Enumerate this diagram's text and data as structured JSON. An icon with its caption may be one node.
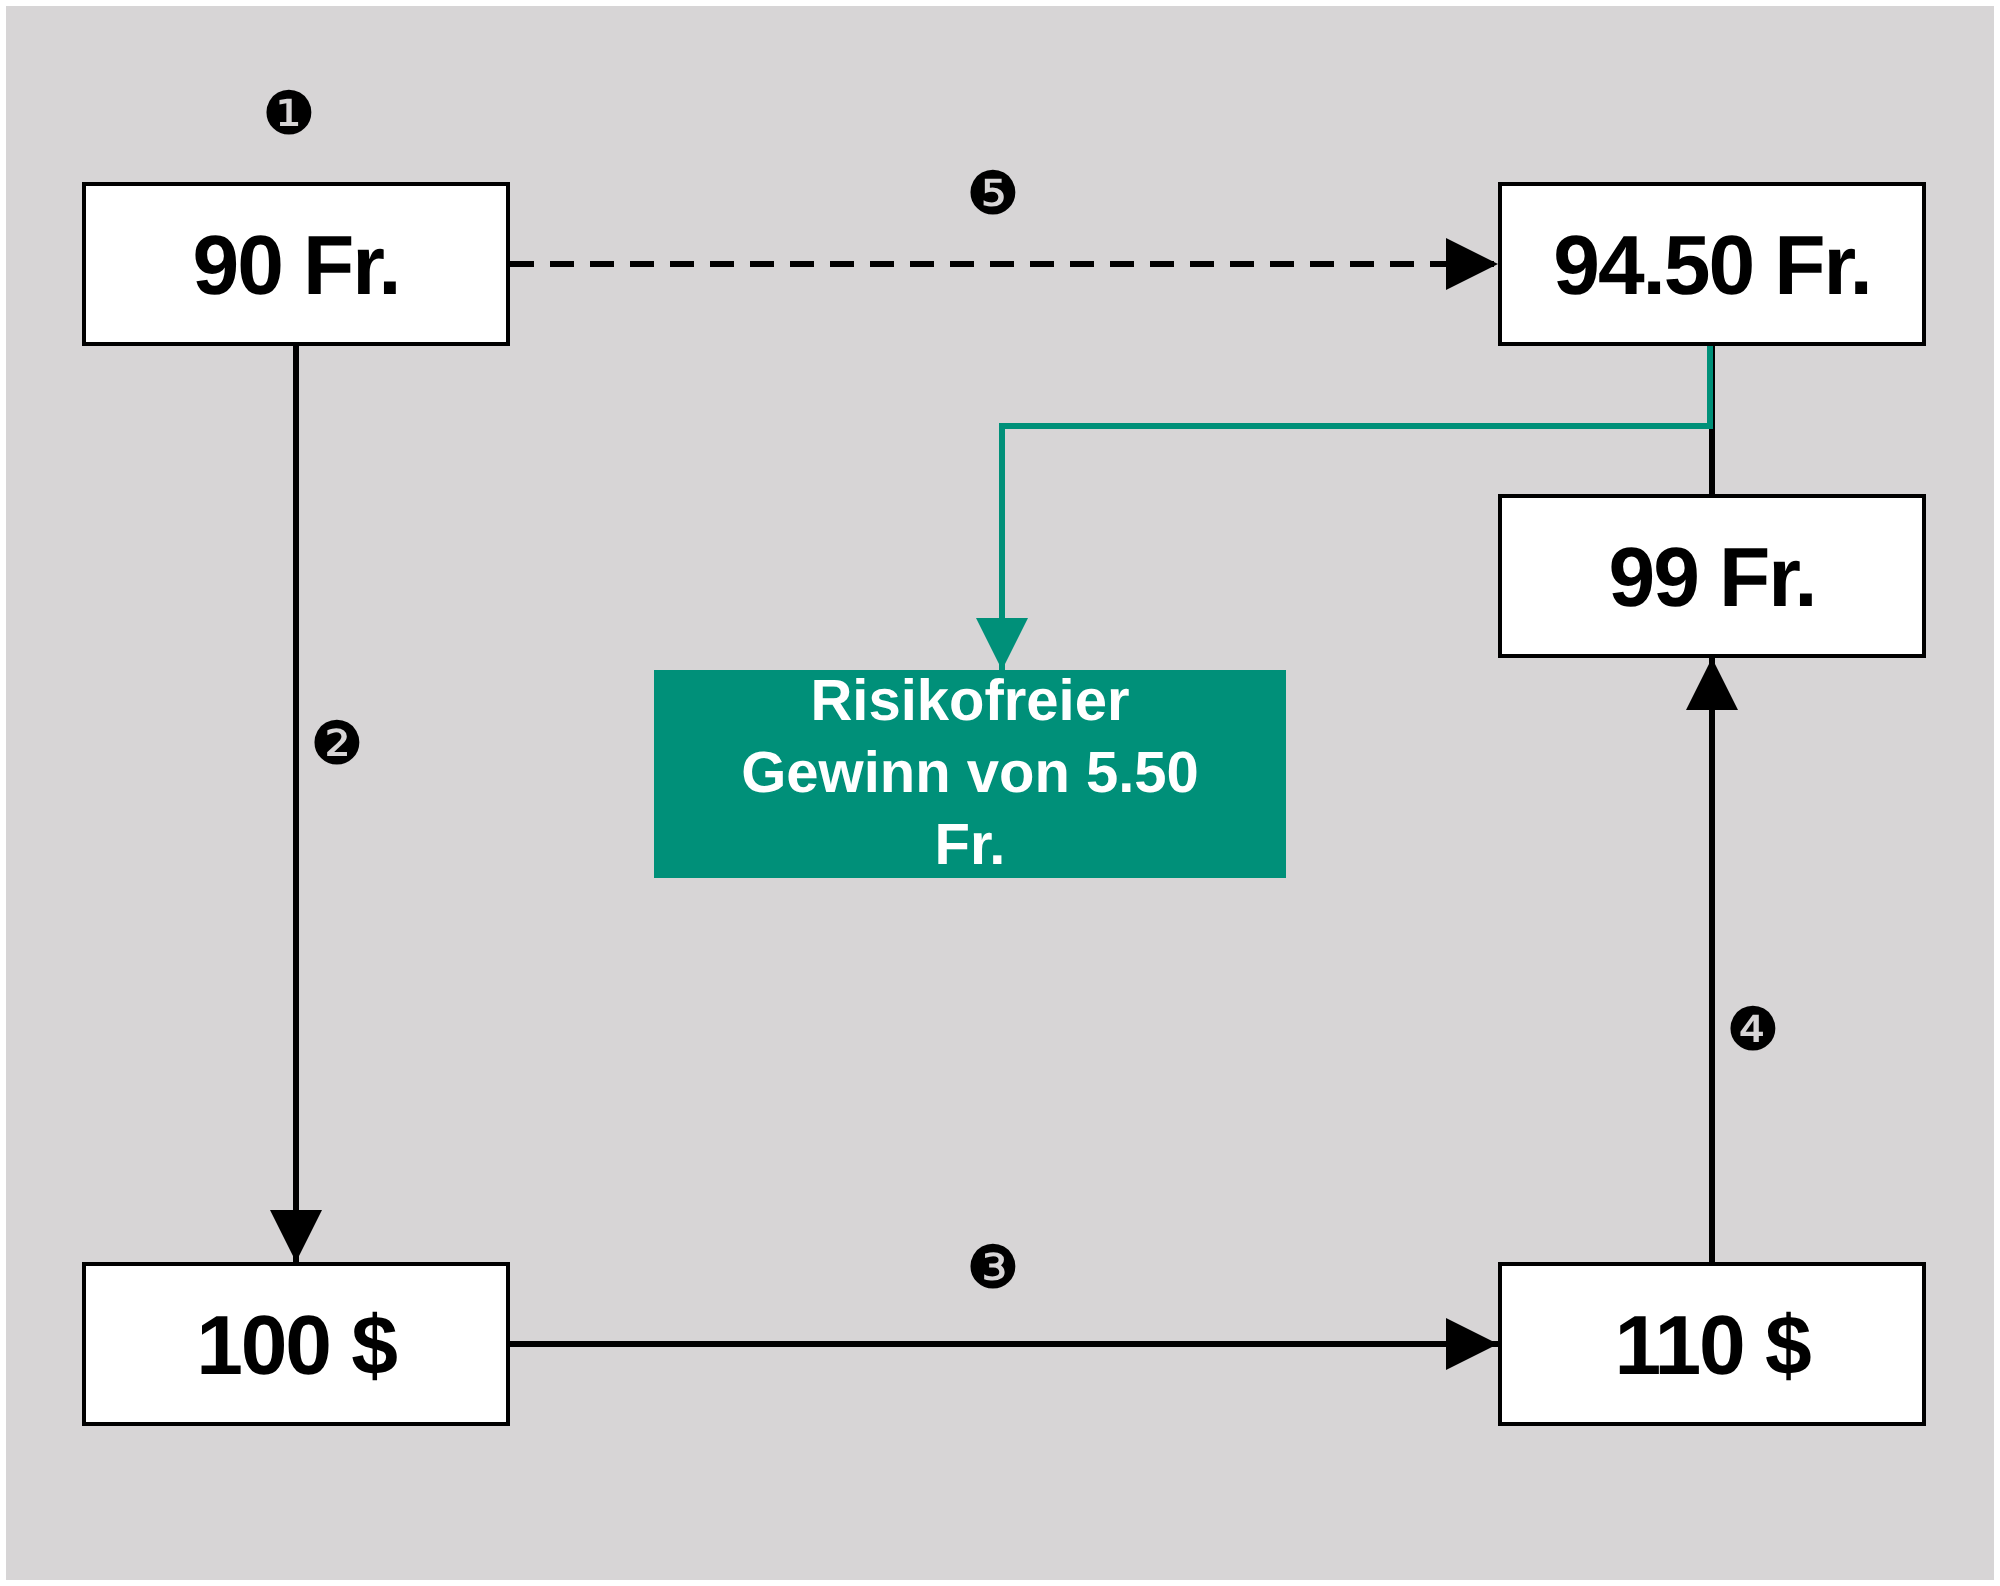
{
  "diagram": {
    "nodes": [
      {
        "text": [
          "90 Fr."
        ],
        "beside": [
          "❶"
        ]
      },
      {
        "text": [
          "94.50 Fr."
        ]
      },
      {
        "text": [
          "99 Fr."
        ]
      },
      {
        "text": [
          "Risikofreier Gewinn von 5.50 Fr."
        ]
      },
      {
        "text": [
          "100 $"
        ]
      },
      {
        "text": [
          "110 $"
        ]
      }
    ],
    "edges": [
      {
        "from": 0,
        "to": 1,
        "arrow": "to",
        "label": "❺",
        "style": "dashed"
      },
      {
        "from": 1,
        "to": 2,
        "arrow": "none"
      },
      {
        "from": 1,
        "to": 3,
        "arrow": "to",
        "color": "#009079"
      },
      {
        "from": 0,
        "to": 4,
        "arrow": "to",
        "label": "❷"
      },
      {
        "from": 4,
        "to": 5,
        "arrow": "to",
        "label": "❸"
      },
      {
        "from": 5,
        "to": 2,
        "arrow": "to",
        "label": "❹"
      }
    ]
  }
}
